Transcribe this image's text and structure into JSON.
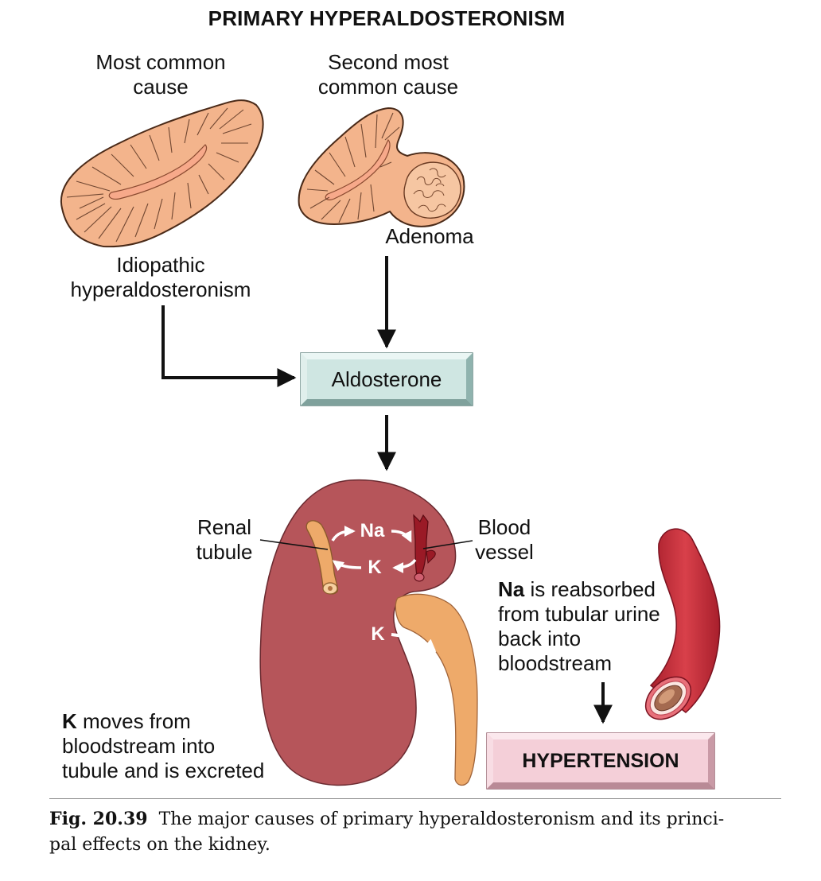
{
  "title": "PRIMARY HYPERALDOSTERONISM",
  "causes": {
    "most_common_header": [
      "Most common",
      "cause"
    ],
    "second_common_header": [
      "Second most",
      "common cause"
    ],
    "idiopathic_label": [
      "Idiopathic",
      "hyperaldosteronism"
    ],
    "adenoma_label": "Adenoma"
  },
  "aldosterone_box": "Aldosterone",
  "kidney": {
    "renal_tubule_label": [
      "Renal",
      "tubule"
    ],
    "blood_vessel_label": [
      "Blood",
      "vessel"
    ],
    "na_label": "Na",
    "k_label": "K",
    "k_excretion_label": "K"
  },
  "na_note": {
    "bold": "Na",
    "lines": [
      " is reabsorbed",
      "from tubular urine",
      "back into",
      "bloodstream"
    ]
  },
  "k_note": {
    "bold": "K",
    "lines": [
      " moves from",
      "bloodstream into",
      "tubule and is excreted"
    ]
  },
  "hypertension_box": "HYPERTENSION",
  "caption": {
    "figure_number": "Fig. 20.39",
    "text_line1": "The major causes of primary hyperaldosteronism and its princi-",
    "text_line2": "pal effects on the kidney."
  },
  "colors": {
    "adrenal_fill": "#f3b48c",
    "adrenal_stroke": "#4a2a18",
    "aldosterone_box": "#cfe6e2",
    "kidney": "#b6555a",
    "tubule": "#eeaa6a",
    "vessel": "#c8323c",
    "hypertension_box": "#f4cfd8"
  }
}
